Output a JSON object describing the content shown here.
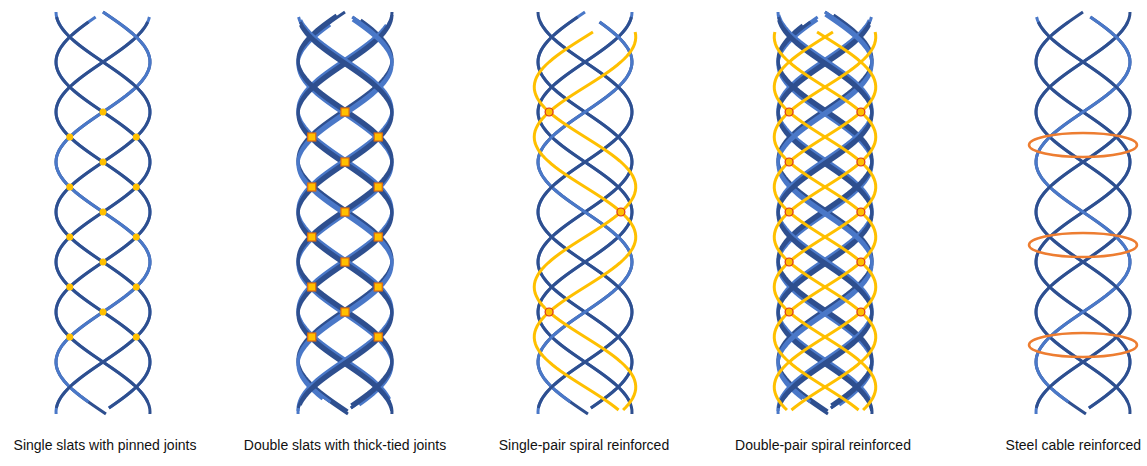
{
  "diagram": {
    "labels": [
      "Single slats with pinned joints",
      "Double slats with thick-tied joints",
      "Single-pair spiral reinforced",
      "Double-pair spiral reinforced",
      "Steel cable reinforced"
    ]
  }
}
